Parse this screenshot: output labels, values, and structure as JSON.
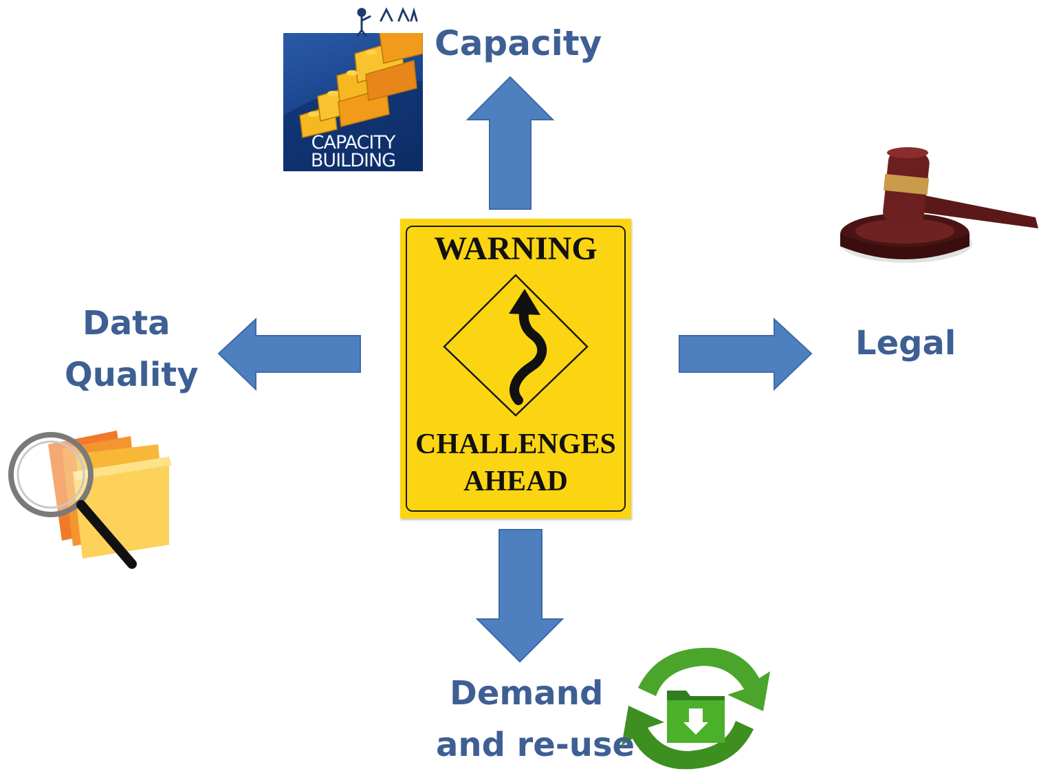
{
  "labels": {
    "top": "Capacity",
    "left": [
      "Data",
      "Quality"
    ],
    "right": "Legal",
    "bottom": [
      "Demand",
      "and re-use"
    ]
  },
  "sign": {
    "heading": "WARNING",
    "line1": "CHALLENGES",
    "line2": "AHEAD"
  },
  "capacity_tile": {
    "line1": "CAPACITY",
    "line2": "BUILDING"
  },
  "colors": {
    "arrow_fill": "#4e7fbf",
    "arrow_stroke": "#3d6aa6",
    "label_text": "#3d5f94",
    "sign_yellow": "#fcd512"
  },
  "icons": {
    "capacity": "capacity-building-blocks-icon",
    "legal": "gavel-icon",
    "data_quality": "folder-magnifier-icon",
    "demand": "recycle-folder-icon"
  }
}
